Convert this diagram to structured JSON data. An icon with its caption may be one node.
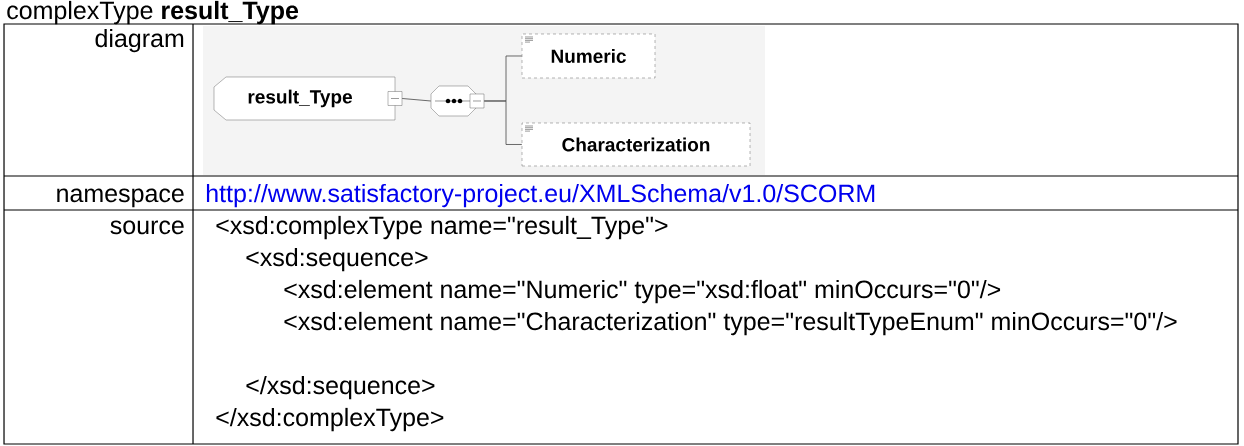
{
  "diagram": {
    "title": "complexType **result_Type**",
    "nodes": [
      {
        "text": [
          "result_Type"
        ]
      },
      {
        "text": [],
        "shape": "octagon"
      },
      {
        "text": [
          "Numeric"
        ]
      },
      {
        "text": [
          "Characterization"
        ]
      }
    ],
    "edges": [
      {
        "from": 0,
        "to": 1,
        "arrow": "none"
      },
      {
        "from": 1,
        "to": 2,
        "arrow": "none"
      },
      {
        "from": 1,
        "to": 3,
        "arrow": "none"
      }
    ],
    "labels": [
      "diagram",
      "namespace",
      "http://www.satisfactory-project.eu/XMLSchema/v1.0/SCORM",
      "source",
      "<xsd:complexType name=\"result_Type\">",
      "<xsd:sequence>",
      "<xsd:element name=\"Numeric\" type=\"xsd:float\" minOccurs=\"0\"/>",
      "<xsd:element name=\"Characterization\" type=\"resultTypeEnum\" minOccurs=\"0\"/>",
      "</xsd:sequence>",
      "</xsd:complexType>"
    ]
  }
}
